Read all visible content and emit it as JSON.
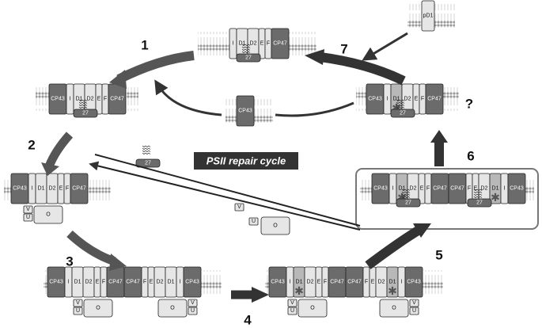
{
  "title": "PSII repair cycle",
  "question_mark": "?",
  "steps": [
    "1",
    "2",
    "3",
    "4",
    "5",
    "6",
    "7"
  ],
  "subunits": {
    "cp43": "CP43",
    "cp47": "CP47",
    "i": "I",
    "d1": "D1",
    "d2": "D2",
    "e": "E",
    "f": "F",
    "p27": "27",
    "pd1": "pD1",
    "o": "O",
    "v": "V",
    "u": "U"
  },
  "colors": {
    "dark_subunit": "#6b6b6b",
    "light_subunit": "#e6e6e6",
    "mid_subunit": "#b8b8b8",
    "arrow_dark": "#333333",
    "title_bg": "#333333",
    "title_text": "#ffffff"
  }
}
